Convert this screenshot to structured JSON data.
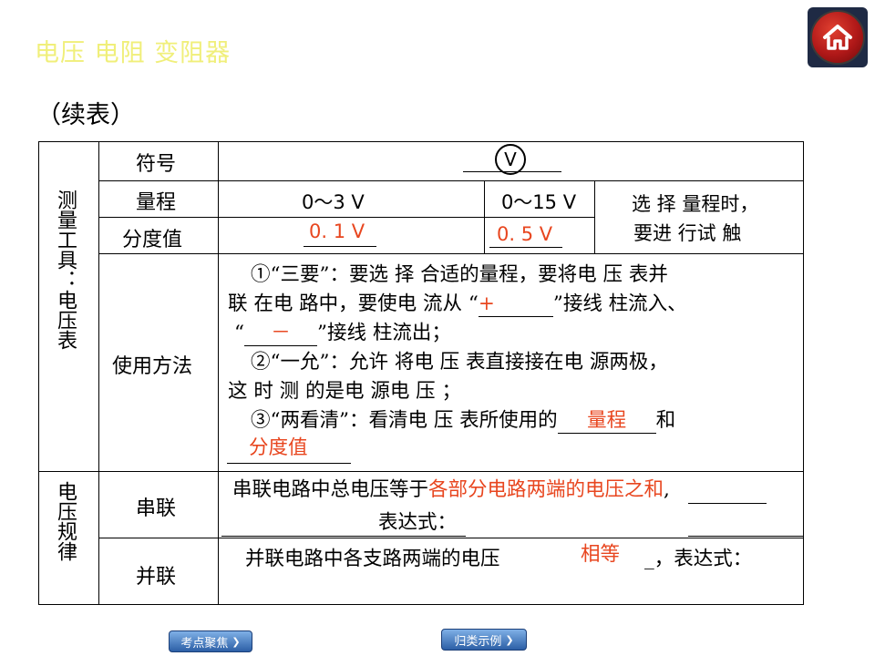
{
  "header": {
    "title": "电压 电阻 变阻器",
    "home_icon": "home-icon"
  },
  "subtitle": "（续表）",
  "table": {
    "group1_label": "测量工具：电压表",
    "group2_label": "电压规律",
    "rows": {
      "symbol_label": "符号",
      "symbol_value": "V",
      "range_label": "量程",
      "range_small": "0～3 V",
      "range_large": "0～15 V",
      "range_note_line1": "选 择 量程时，",
      "range_note_line2": "要进 行试 触",
      "division_label": "分度值",
      "division_small": "0. 1 V",
      "division_large": "0. 5 V",
      "usage_label": "使用方法",
      "series_label": "串联",
      "parallel_label": "并联"
    },
    "usage": {
      "l1": "①“三要”：要选 择 合适的量程，要将电 压 表并",
      "l2a": "联 在电 路中，要使电 流从 “",
      "l2_ans": "+",
      "l2b": "”接线 柱流入、",
      "l3a": "“",
      "l3_ans": "－",
      "l3b": "”接线 柱流出；",
      "l4": "②“一允”：允许 将电 压 表直接接在电 源两极，",
      "l5": "这 时 测 的是电 源电 压 ；",
      "l6a": "③“两看清”：看清电 压 表所使用的",
      "l6_ans": "量程",
      "l6b": "和",
      "l7_ans": "分度值"
    },
    "series": {
      "text": "串联电路中总电压等于",
      "answer": "各部分电路两端的电压之和",
      "comma": ",",
      "expr_label": "表达式："
    },
    "parallel": {
      "text": "并联电路中各支路两端的电压",
      "answer": "相等",
      "tail": "_，表达式："
    }
  },
  "nav": {
    "prev_label": "考点聚焦",
    "next_label": "归类示例"
  },
  "colors": {
    "answer": "#e8461f",
    "title": "#f0ef7a",
    "nav": "#2c5fa6"
  }
}
